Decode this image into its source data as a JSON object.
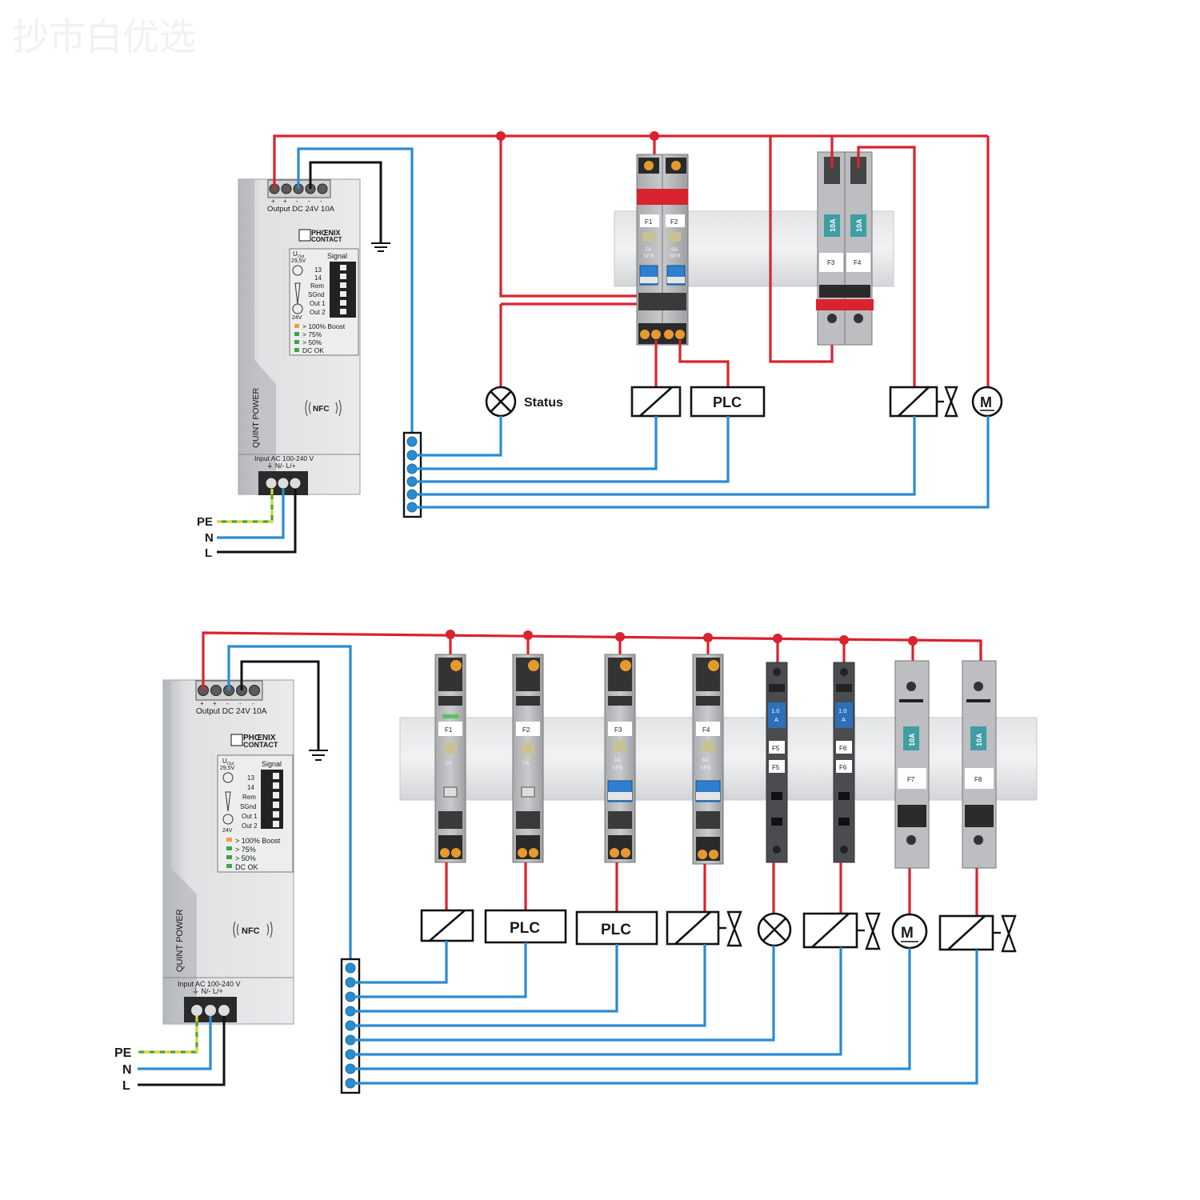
{
  "watermark": "抄市白优选",
  "psu": {
    "output_label": "Output DC 24V 10A",
    "terminal_signs": [
      "+",
      "+",
      "-",
      "-",
      "-"
    ],
    "brand_line1": "PHŒNIX",
    "brand_line2": "CONTACT",
    "uout": "U",
    "uout_sub": "Out",
    "uout_value": "29,5V",
    "signal_title": "Signal",
    "signal_pins": [
      "13",
      "14",
      "Rem",
      "SGnd",
      "Out 1",
      "Out 2"
    ],
    "voltage_24": "24V",
    "leds": [
      {
        "label": "> 100% Boost",
        "color": "#f0a030"
      },
      {
        "label": "> 75%",
        "color": "#3aa64a"
      },
      {
        "label": "> 50%",
        "color": "#3aa64a"
      },
      {
        "label": "DC OK",
        "color": "#3aa64a"
      }
    ],
    "product_name": "QUINT POWER",
    "nfc": "NFC",
    "input_label": "Input AC 100-240 V",
    "input_terminals": "⏚  N/- L/+"
  },
  "mains": {
    "pe": "PE",
    "n": "N",
    "l": "L"
  },
  "diagram1": {
    "breakers": [
      {
        "id": "F1",
        "rating": "2A",
        "type": "SFB"
      },
      {
        "id": "F2",
        "rating": "8A",
        "type": "SFB"
      }
    ],
    "thermal_breakers": [
      {
        "id": "F3",
        "rating": "10A"
      },
      {
        "id": "F4",
        "rating": "10A"
      }
    ],
    "loads": {
      "status_label": "Status",
      "plc_label": "PLC",
      "motor_label": "M"
    }
  },
  "diagram2": {
    "breakers": [
      {
        "id": "F1",
        "rating": "1A",
        "type": ""
      },
      {
        "id": "F2",
        "rating": "2A",
        "type": ""
      },
      {
        "id": "F3",
        "rating": "2A",
        "type": "SFB"
      },
      {
        "id": "F4",
        "rating": "8A",
        "type": "SFB"
      }
    ],
    "fuse_terminals": [
      {
        "id": "F5",
        "rating_line1": "1.0",
        "rating_line2": "A"
      },
      {
        "id": "F6",
        "rating_line1": "1.0",
        "rating_line2": "A"
      }
    ],
    "thermal_breakers": [
      {
        "id": "F7",
        "rating": "10A"
      },
      {
        "id": "F8",
        "rating": "10A"
      }
    ],
    "loads": {
      "plc_label_1": "PLC",
      "plc_label_2": "PLC",
      "motor_label": "M"
    }
  }
}
